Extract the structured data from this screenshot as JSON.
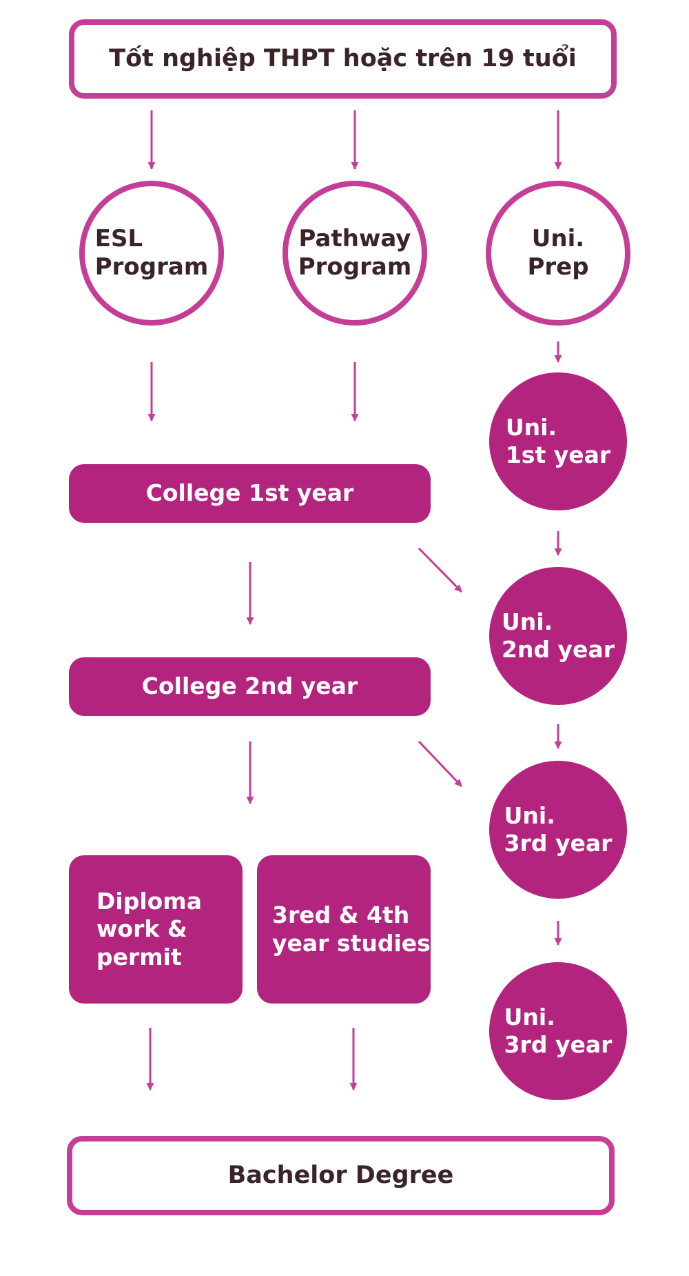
{
  "accent_color": "#c43d96",
  "filled_color": "#b3247f",
  "text_dark": "#3b2428",
  "top_box": {
    "label": "Tốt nghiệp THPT hoặc trên 19 tuổi"
  },
  "programs": {
    "esl": "ESL\nProgram",
    "pathway": "Pathway\nProgram",
    "uni_prep": "Uni.\nPrep"
  },
  "college": {
    "year1": "College 1st year",
    "year2": "College 2nd year"
  },
  "university": {
    "year1": "Uni.\n1st year",
    "year2": "Uni.\n2nd year",
    "year3a": "Uni.\n3rd year",
    "year3b": "Uni.\n3rd year"
  },
  "outcomes": {
    "diploma": "Diploma\nwork &\npermit",
    "studies": "3red & 4th\nyear studies"
  },
  "bottom_box": {
    "label": "Bachelor Degree"
  }
}
